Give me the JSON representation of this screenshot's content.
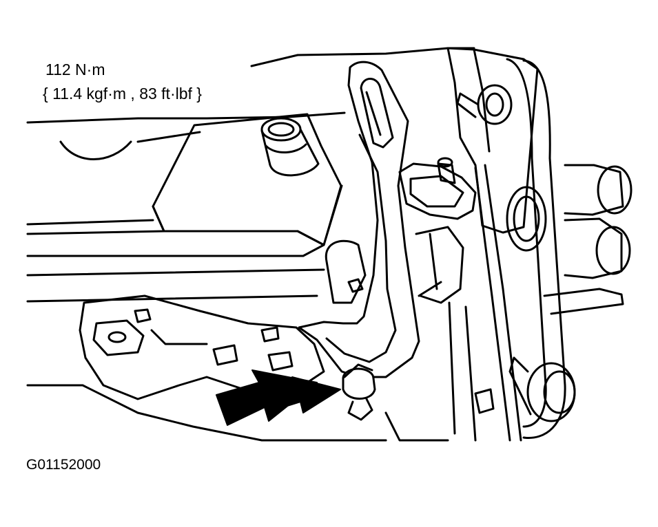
{
  "annotation": {
    "torque_line1": "112 N·m",
    "torque_line2": "{ 11.4 kgf·m , 83 ft·lbf }"
  },
  "figure_id": "G01152000",
  "colors": {
    "ink": "#000000",
    "paper": "#ffffff"
  }
}
